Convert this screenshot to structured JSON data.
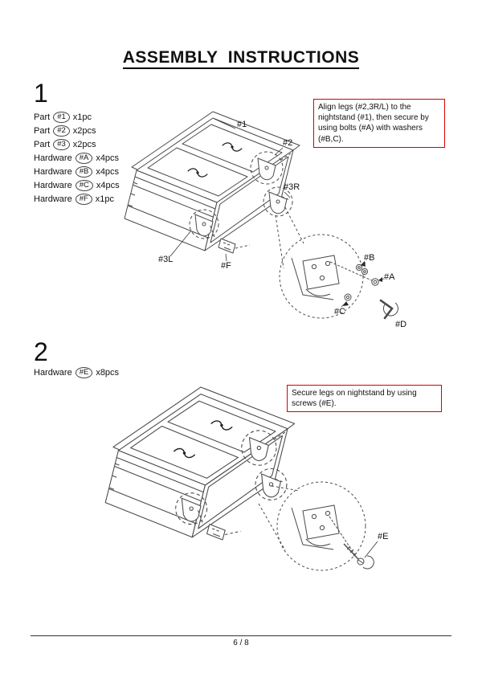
{
  "document": {
    "title": "ASSEMBLY  INSTRUCTIONS",
    "page_indicator": "6 / 8"
  },
  "colors": {
    "note_border": "#d40000",
    "line_art": "#4a4a4a"
  },
  "step1": {
    "number": "1",
    "parts": [
      {
        "label": "Part",
        "code": "#1",
        "qty": "x1pc"
      },
      {
        "label": "Part",
        "code": "#2",
        "qty": "x2pcs"
      },
      {
        "label": "Part",
        "code": "#3",
        "qty": "x2pcs"
      },
      {
        "label": "Hardware",
        "code": "#A",
        "qty": "x4pcs"
      },
      {
        "label": "Hardware",
        "code": "#B",
        "qty": "x4pcs"
      },
      {
        "label": "Hardware",
        "code": "#C",
        "qty": "x4pcs"
      },
      {
        "label": "Hardware",
        "code": "#F",
        "qty": "x1pc"
      }
    ],
    "note": "Align legs (#2,3R/L) to the nightstand (#1), then secure by using bolts (#A) with washers (#B,C).",
    "callouts": {
      "part1": "#1",
      "part2": "#2",
      "part3r": "#3R",
      "part3l": "#3L",
      "partf": "#F",
      "hwb": "#B",
      "hwa": "#A",
      "hwc": "#C",
      "hwd": "#D"
    }
  },
  "step2": {
    "number": "2",
    "parts": [
      {
        "label": "Hardware",
        "code": "#E",
        "qty": "x8pcs"
      }
    ],
    "note": "Secure legs on nightstand by using screws (#E).",
    "callouts": {
      "hwe": "#E"
    }
  }
}
